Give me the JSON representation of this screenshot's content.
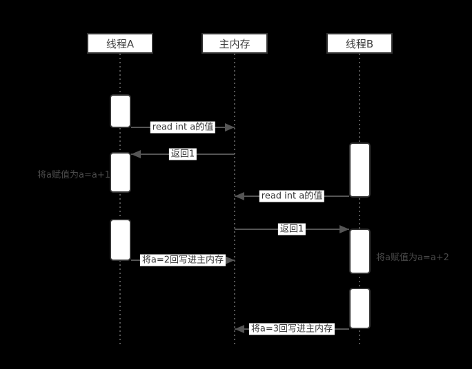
{
  "diagram": {
    "type": "sequence-diagram",
    "participants": [
      {
        "label": "线程A"
      },
      {
        "label": "主内存"
      },
      {
        "label": "线程B"
      }
    ],
    "messages": [
      {
        "from": "线程A",
        "to": "主内存",
        "label": "read int a的值"
      },
      {
        "from": "主内存",
        "to": "线程A",
        "label": "返回1"
      },
      {
        "from": "线程B",
        "to": "主内存",
        "label": "read int a的值"
      },
      {
        "from": "主内存",
        "to": "线程B",
        "label": "返回1"
      },
      {
        "from": "线程A",
        "to": "主内存",
        "label": "将a=2回写进主内存"
      },
      {
        "from": "线程B",
        "to": "主内存",
        "label": "将a=3回写进主内存"
      }
    ],
    "notes": [
      {
        "target": "线程A",
        "label": "将a赋值为a=a+1"
      },
      {
        "target": "线程B",
        "label": "将a赋值为a=a+2"
      }
    ],
    "colors": {
      "background": "#000000",
      "shape_fill": "#ffffff",
      "stroke": "#555555",
      "box_border": "#333333",
      "box_text": "#404040",
      "message_text": "#333333",
      "note_text": "#4a4a4a"
    }
  }
}
